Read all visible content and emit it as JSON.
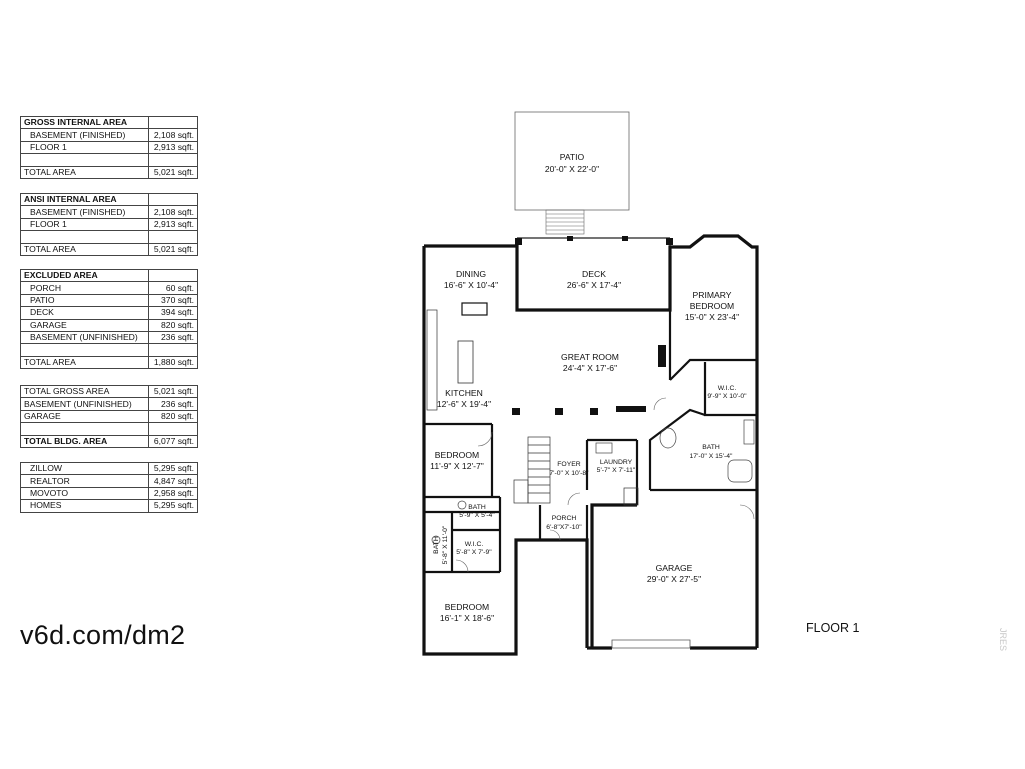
{
  "tables": [
    {
      "rows": [
        {
          "label": "GROSS INTERNAL AREA",
          "value": "",
          "kind": "header"
        },
        {
          "label": "BASEMENT (FINISHED)",
          "value": "2,108 sqft.",
          "kind": "item"
        },
        {
          "label": "FLOOR 1",
          "value": "2,913 sqft.",
          "kind": "item"
        },
        {
          "label": "",
          "value": "",
          "kind": "blank"
        },
        {
          "label": "TOTAL AREA",
          "value": "5,021 sqft.",
          "kind": "total"
        }
      ]
    },
    {
      "rows": [
        {
          "label": "ANSI INTERNAL AREA",
          "value": "",
          "kind": "header"
        },
        {
          "label": "BASEMENT (FINISHED)",
          "value": "2,108 sqft.",
          "kind": "item"
        },
        {
          "label": "FLOOR 1",
          "value": "2,913 sqft.",
          "kind": "item"
        },
        {
          "label": "",
          "value": "",
          "kind": "blank"
        },
        {
          "label": "TOTAL AREA",
          "value": "5,021 sqft.",
          "kind": "total"
        }
      ]
    },
    {
      "rows": [
        {
          "label": "EXCLUDED AREA",
          "value": "",
          "kind": "header"
        },
        {
          "label": "PORCH",
          "value": "60 sqft.",
          "kind": "item"
        },
        {
          "label": "PATIO",
          "value": "370 sqft.",
          "kind": "item"
        },
        {
          "label": "DECK",
          "value": "394 sqft.",
          "kind": "item"
        },
        {
          "label": "GARAGE",
          "value": "820 sqft.",
          "kind": "item"
        },
        {
          "label": "BASEMENT (UNFINISHED)",
          "value": "236 sqft.",
          "kind": "item"
        },
        {
          "label": "",
          "value": "",
          "kind": "blank"
        },
        {
          "label": "TOTAL AREA",
          "value": "1,880 sqft.",
          "kind": "total"
        }
      ]
    },
    {
      "rows": [
        {
          "label": "TOTAL GROSS AREA",
          "value": "5,021 sqft.",
          "kind": "total"
        },
        {
          "label": "BASEMENT (UNFINISHED)",
          "value": "236 sqft.",
          "kind": "total"
        },
        {
          "label": "GARAGE",
          "value": "820 sqft.",
          "kind": "total"
        },
        {
          "label": "",
          "value": "",
          "kind": "blank"
        },
        {
          "label": "TOTAL BLDG. AREA",
          "value": "6,077 sqft.",
          "kind": "header"
        }
      ]
    },
    {
      "rows": [
        {
          "label": "ZILLOW",
          "value": "5,295 sqft.",
          "kind": "item"
        },
        {
          "label": "REALTOR",
          "value": "4,847 sqft.",
          "kind": "item"
        },
        {
          "label": "MOVOTO",
          "value": "2,958 sqft.",
          "kind": "item"
        },
        {
          "label": "HOMES",
          "value": "5,295 sqft.",
          "kind": "item"
        }
      ]
    }
  ],
  "url_text": "v6d.com/dm2",
  "floor_label": "FLOOR 1",
  "watermark": "JRES",
  "rooms": {
    "patio": {
      "name": "PATIO",
      "dims": "20'-0\" X 22'-0\""
    },
    "deck": {
      "name": "DECK",
      "dims": "26'-6\" X 17'-4\""
    },
    "dining": {
      "name": "DINING",
      "dims": "16'-6\" X 10'-4\""
    },
    "primary_bedroom": {
      "name": "PRIMARY",
      "name2": "BEDROOM",
      "dims": "15'-0\" X 23'-4\""
    },
    "great_room": {
      "name": "GREAT ROOM",
      "dims": "24'-4\" X 17'-6\""
    },
    "wic_primary": {
      "name": "W.I.C.",
      "dims": "9'-9\" X 10'-0\""
    },
    "kitchen": {
      "name": "KITCHEN",
      "dims": "12'-6\" X 19'-4\""
    },
    "bath_primary": {
      "name": "BATH",
      "dims": "17'-0\" X 15'-4\""
    },
    "bedroom_mid": {
      "name": "BEDROOM",
      "dims": "11'-9\" X 12'-7\""
    },
    "foyer": {
      "name": "FOYER",
      "dims": "7'-0\" X 10'-8\""
    },
    "laundry": {
      "name": "LAUNDRY",
      "dims": "5'-7\" X 7'-11\""
    },
    "bath_small": {
      "name": "BATH",
      "dims": "5'-9\" X 5'-4\""
    },
    "porch": {
      "name": "PORCH",
      "dims": "6'-8\"X7'-10\""
    },
    "bath_side": {
      "name": "BATH",
      "dims": "5'-8\" X 11'-0\""
    },
    "wic_small": {
      "name": "W.I.C.",
      "dims": "5'-8\" X 7'-9\""
    },
    "garage": {
      "name": "GARAGE",
      "dims": "29'-0\" X 27'-5\""
    },
    "bedroom_lower": {
      "name": "BEDROOM",
      "dims": "16'-1\" X 18'-6\""
    }
  }
}
